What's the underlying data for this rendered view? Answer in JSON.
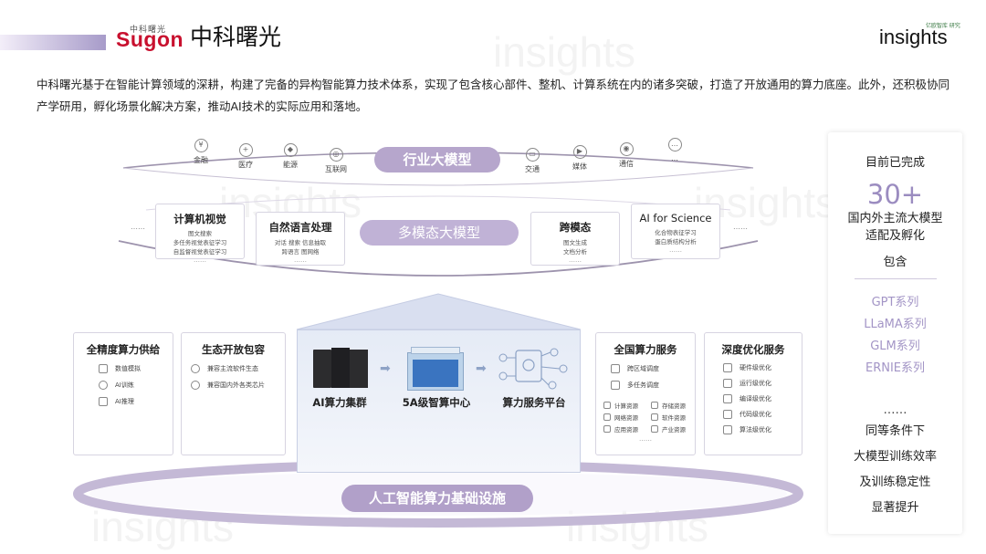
{
  "header": {
    "logo_cn_small": "中科曙光",
    "logo_en": "Sugon",
    "title": "中科曙光",
    "insights_small": "亿欧智库 研究",
    "insights_logo": "insights"
  },
  "intro": "中科曙光基于在智能计算领域的深耕，构建了完备的异构智能算力技术体系，实现了包含核心部件、整机、计算系统在内的诸多突破，打造了开放通用的算力底座。此外，还积极协同产学研用，孵化场景化解决方案，推动AI技术的实际应用和落地。",
  "watermark": "insights",
  "industry": {
    "label": "行业大模型",
    "items": [
      {
        "label": "金融",
        "icon": "yuan-icon",
        "glyph": "¥"
      },
      {
        "label": "医疗",
        "icon": "medical-icon",
        "glyph": "+"
      },
      {
        "label": "能源",
        "icon": "energy-icon",
        "glyph": "◆"
      },
      {
        "label": "互联网",
        "icon": "globe-icon",
        "glyph": "◎"
      },
      {
        "label": "交通",
        "icon": "bus-icon",
        "glyph": "▭"
      },
      {
        "label": "媒体",
        "icon": "play-icon",
        "glyph": "▶"
      },
      {
        "label": "通信",
        "icon": "signal-icon",
        "glyph": "◉"
      },
      {
        "label": "…",
        "icon": "more-icon",
        "glyph": "…"
      }
    ]
  },
  "multimodal": {
    "label": "多模态大模型",
    "cards": [
      {
        "title": "计算机视觉",
        "lines": [
          "图文搜索",
          "多任务视觉表征学习",
          "自监督视觉表征学习"
        ],
        "dots": "……"
      },
      {
        "title": "自然语言处理",
        "lines": [
          "对话   搜索   信息抽取",
          "跨语言   图网络"
        ],
        "dots": "……"
      },
      {
        "title": "跨模态",
        "lines": [
          "图文生成",
          "文档分析"
        ],
        "dots": "……"
      },
      {
        "title": "AI for Science",
        "lines": [
          "化合物表征学习",
          "蛋白质结构分析"
        ],
        "dots": "……"
      }
    ],
    "side_dots": "……"
  },
  "infra": {
    "label": "人工智能算力基础设施",
    "precision": {
      "title": "全精度算力供给",
      "items": [
        "数值模拟",
        "AI训练",
        "AI推理"
      ]
    },
    "ecosystem": {
      "title": "生态开放包容",
      "items": [
        "兼容主流软件生态",
        "兼容国内外各类芯片"
      ]
    },
    "platform": {
      "items": [
        "AI算力集群",
        "5A级智算中心",
        "算力服务平台"
      ]
    },
    "national": {
      "title": "全国算力服务",
      "items": [
        "跨区域调度",
        "多任务调度"
      ],
      "resources": [
        "计算资源",
        "存储资源",
        "网络资源",
        "软件资源",
        "应用资源",
        "产业资源"
      ],
      "dots": "……"
    },
    "optimization": {
      "title": "深度优化服务",
      "items": [
        "硬件级优化",
        "运行级优化",
        "编译级优化",
        "代码级优化",
        "算法级优化"
      ]
    }
  },
  "side_panel": {
    "head": "目前已完成",
    "big": "30+",
    "desc": [
      "国内外主流大模型",
      "适配及孵化"
    ],
    "include": "包含",
    "series": [
      "GPT系列",
      "LLaMA系列",
      "GLM系列",
      "ERNIE系列"
    ],
    "dots": "……",
    "effect": [
      "同等条件下",
      "大模型训练效率",
      "及训练稳定性",
      "显著提升"
    ]
  },
  "colors": {
    "accent_purple": "#b6a6cc",
    "series_purple": "#a395c6",
    "sugon_red": "#c8102e",
    "platform_blue": "#e5ebf6"
  }
}
